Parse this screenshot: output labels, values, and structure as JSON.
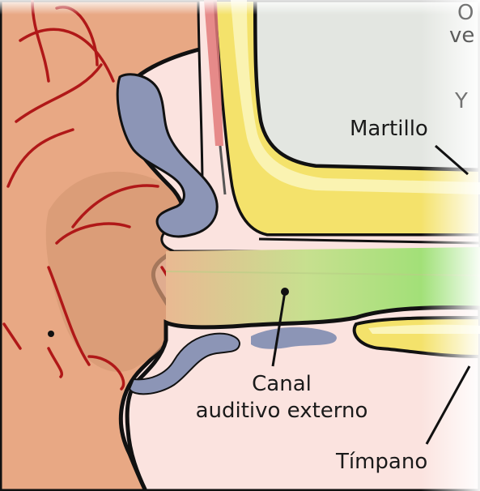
{
  "labels": {
    "martillo": "Martillo",
    "canal_line1": "Canal",
    "canal_line2": "auditivo externo",
    "timpano": "Tímpano",
    "cut_top_1": "O",
    "cut_top_2": "ve",
    "cut_y": "Y"
  },
  "colors": {
    "skin": "#e8a884",
    "skin_dark": "#c98a66",
    "pink": "#fbe3df",
    "cartilage": "#8c95b6",
    "bone_yellow": "#f4e26b",
    "bone_light": "#fbf5b9",
    "canal_green": "#9fe07a",
    "gray_cavity": "#e3e6e1",
    "vessel_red": "#b01818",
    "outline": "#111111"
  }
}
